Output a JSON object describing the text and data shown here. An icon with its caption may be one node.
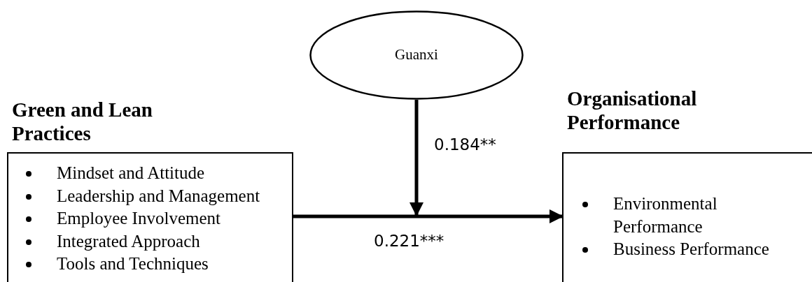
{
  "diagram": {
    "nodes": [
      {
        "text": [
          "Guanxi"
        ]
      },
      {
        "text": [
          "Green and Lean Practices",
          "Mindset and Attitude",
          "Leadership and Management",
          "Employee Involvement",
          "Integrated Approach",
          "Tools and Techniques"
        ]
      },
      {
        "text": [
          "Organisational Performance",
          "Environmental Performance",
          "Business Performance"
        ]
      }
    ],
    "edges": [
      {
        "from": 0,
        "to": null,
        "arrow": "to",
        "label": "0.184**"
      },
      {
        "from": 1,
        "to": 2,
        "arrow": "to",
        "label": "0.221***"
      }
    ]
  }
}
